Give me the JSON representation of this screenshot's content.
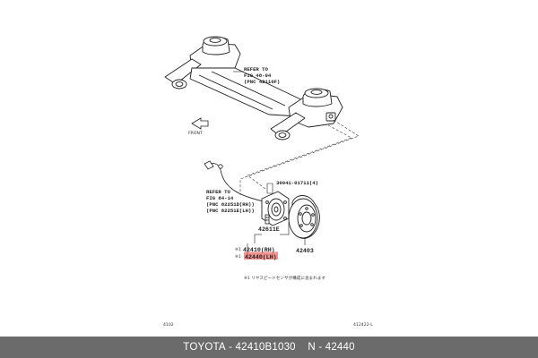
{
  "callouts": {
    "axle_ref": [
      "REFER TO",
      "FIG 48-04",
      "(PNC 42110F)"
    ],
    "sensor_ref": [
      "REFER TO",
      "FIG 84-14",
      "(PNC 82251D(RH))",
      "(PNC 82251E(LH))"
    ],
    "front_label": "FRONT"
  },
  "parts": {
    "bolt": "30041-01711(4)",
    "stud": "42611E",
    "hub_rh_prefix": "※1",
    "hub_rh": "42410(RH)",
    "hub_lh_prefix": "※1",
    "hub_lh": "42440(LH)",
    "drum": "42403"
  },
  "note": "※1 リヤスピードセンサが構成に含まれます",
  "footer": {
    "page_left": "4102",
    "page_right": "412422-L"
  },
  "caption": {
    "brand": "TOYOTA",
    "part_no": "42410B1030",
    "n_label": "N",
    "n_value": "42440"
  },
  "highlight_color": "#e53935"
}
